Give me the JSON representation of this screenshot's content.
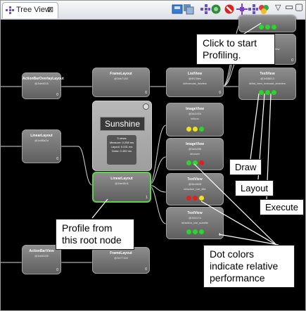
{
  "window": {
    "tab_title": "Tree View",
    "tab_close": "⊠"
  },
  "toolbar": {
    "icons": [
      "save-png-icon",
      "capture-layers-icon",
      "load-hierarchy-icon",
      "refresh-icon",
      "invalidate-layout-icon",
      "request-layout-icon",
      "dump-theme-icon",
      "profile-nodes-icon"
    ],
    "view_menu_icon": "▽",
    "minimize_icon": "▭",
    "maximize_icon": "▢"
  },
  "nodes": {
    "n1": {
      "name": "FrameLayout",
      "id": "@3de7180",
      "text": "",
      "index": "0"
    },
    "n2": {
      "name": "LinearLayout",
      "id": "@1e85a2d",
      "text": "",
      "index": "0"
    },
    "n3": {
      "name": "ActionBarOverlayLayout",
      "id": "@3de4016",
      "text": "",
      "index": "0"
    },
    "n4": {
      "name": "FrameLayout",
      "id": "@3e77160",
      "text": "",
      "index": "0"
    },
    "n5": {
      "name": "LinearLayout",
      "id": "@3de5a14",
      "text": "",
      "index": "0"
    },
    "n6": {
      "name": "ActionBarView",
      "id": "@3de8155",
      "text": "",
      "index": "0"
    },
    "n7": {
      "name": "ListView",
      "id": "@3f13dec",
      "text": "id/forecast_listview",
      "index": "0"
    },
    "n8": {
      "name": "ImageView",
      "id": "@3d2cf20",
      "text": "id/icon",
      "index": "0"
    },
    "n9": {
      "name": "ImageView",
      "id": "@3a8c58f",
      "text": "id/cover",
      "index": "0"
    },
    "n10": {
      "name": "TextView",
      "id": "@3ec6b3f",
      "text": "id/action_bar_title",
      "index": "1"
    },
    "n11": {
      "name": "TextView",
      "id": "@3f1f174",
      "text": "id/action_bar_subtitle",
      "index": "1"
    },
    "n12": {
      "name": "TextView",
      "id": "@3d08813",
      "text": "id/list_item_forecast_textview",
      "index": "0"
    },
    "n13": {
      "name": "",
      "id": "",
      "text": "id/forecast_textview",
      "index": "0"
    },
    "n14": {
      "name": "",
      "id": "",
      "text": "",
      "index": "0"
    },
    "selected": {
      "name": "LinearLayout",
      "id": "@3de45d1",
      "index": "1"
    }
  },
  "preview": {
    "title": "Sunshine",
    "line1": "3 views",
    "line2": "Measure: 0.258 ms",
    "line3": "Layout: 0.031 ms",
    "line4": "Draw: 0.492 ms"
  },
  "colors": {
    "green": "#2bd62b",
    "yellow": "#f0e020",
    "red": "#e02020"
  },
  "callouts": {
    "start": "Click to start Profiling.",
    "root": "Profile from this root node",
    "dots": "Dot colors indicate relative performance",
    "draw": "Draw",
    "layout": "Layout",
    "execute": "Execute"
  }
}
